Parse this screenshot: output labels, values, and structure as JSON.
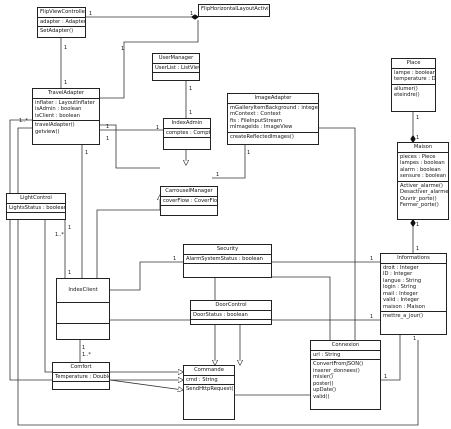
{
  "classes": {
    "flipViewController": {
      "name": "FlipViewController",
      "attributes": [
        "adapter : Adapter"
      ],
      "methods": [
        "SetAdapter()"
      ]
    },
    "flipHorizontalLayoutActivity": {
      "name": "FlipHorizontalLayoutActivity"
    },
    "travelAdapter": {
      "name": "TravelAdapter",
      "attributes": [
        "inflater : LayoutInflater",
        "isAdmin : boolean",
        "isClient : boolean"
      ],
      "methods": [
        "travelAdapter()",
        "getview()"
      ]
    },
    "userManager": {
      "name": "UserManager",
      "attributes": [
        "UserList : ListView"
      ],
      "methods": []
    },
    "imageAdapter": {
      "name": "ImageAdapter",
      "attributes": [
        "mGalleryItemBackground : integer",
        "mContext : Context",
        "fis : FileInputStream",
        "mImageIds : ImageView"
      ],
      "methods": [
        "createReflectedImages()"
      ]
    },
    "indexAdmin": {
      "name": "IndexAdmin",
      "attributes": [
        "comptes : Compte"
      ],
      "methods": []
    },
    "carrouselManager": {
      "name": "CarrouselManager",
      "attributes": [
        "coverFlow : CoverFlow"
      ],
      "methods": []
    },
    "place": {
      "name": "Place",
      "attributes": [
        "lampe : boolean",
        "temperature : Double"
      ],
      "methods": [
        "allumer()",
        "eteindre()"
      ]
    },
    "maison": {
      "name": "Maison",
      "attributes": [
        "pieces : Piece",
        "lampes : boolean",
        "alarm : boolean",
        "sensure : boolean"
      ],
      "methods": [
        "Activer_alarme()",
        "Desactiver_alarme()",
        "Ouvrir_porte()",
        "Fermer_porte()"
      ]
    },
    "lightControl": {
      "name": "LightControl",
      "attributes": [
        "LightsStatus : boolean"
      ],
      "methods": []
    },
    "security": {
      "name": "Security",
      "attributes": [
        "AlarmSystemStatus : boolean"
      ],
      "methods": []
    },
    "informations": {
      "name": "Informations",
      "attributes": [
        "droit : Integer",
        "ID : Integer",
        "langue : String",
        "login : String",
        "mail : Integer",
        "valid : Integer",
        "maison : Maison"
      ],
      "methods": [
        "mettre_a_jour()"
      ]
    },
    "indexClient": {
      "name": "IndexClient",
      "attributes": [],
      "methods": []
    },
    "doorControl": {
      "name": "DoorControl",
      "attributes": [
        "DoorStatus : boolean"
      ],
      "methods": []
    },
    "connexion": {
      "name": "Connexion",
      "attributes": [
        "url : String"
      ],
      "methods": [
        "ConvertFromJSON()",
        "inserer_donnees()",
        "misier()",
        "poster()",
        "upDate()",
        "valid()"
      ]
    },
    "comfort": {
      "name": "Comfort",
      "attributes": [
        "Temperature : Double"
      ],
      "methods": []
    },
    "commande": {
      "name": "Commande",
      "attributes": [
        "cmd : String"
      ],
      "methods": [
        "SendHttpRequest()"
      ]
    }
  },
  "multiplicities": [
    "1",
    "1",
    "1",
    "1",
    "1",
    "1",
    "1",
    "1",
    "1",
    "1",
    "1",
    "1..*",
    "1",
    "1",
    "1",
    "1",
    "1",
    "1",
    "1",
    "1",
    "1..*",
    "1",
    "1",
    "1",
    "1..*",
    "1",
    "1",
    "1"
  ]
}
